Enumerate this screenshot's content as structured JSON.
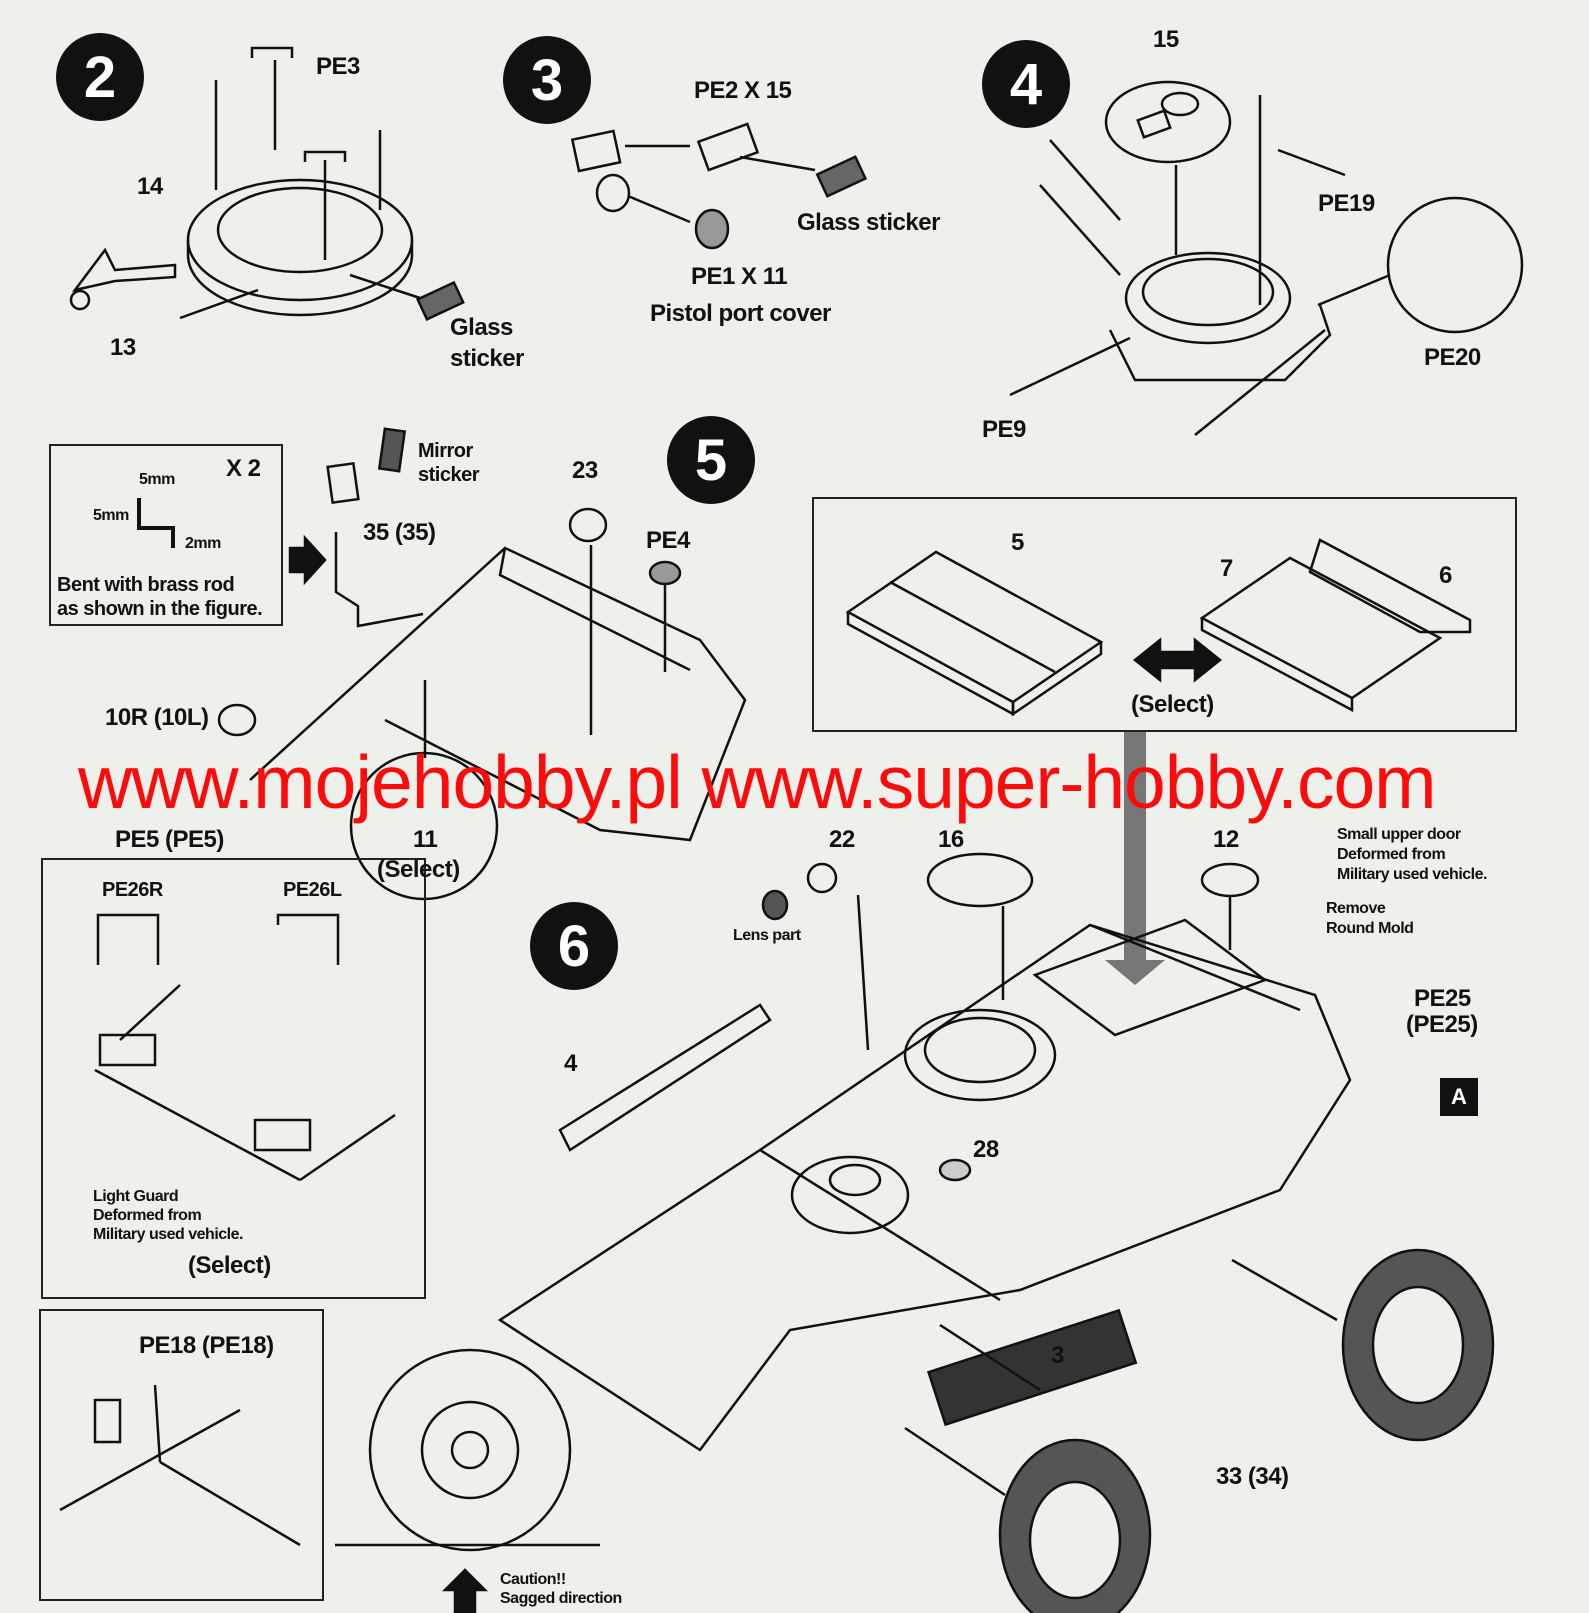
{
  "steps": [
    "2",
    "3",
    "4",
    "5",
    "6"
  ],
  "step2": {
    "pe3": "PE3",
    "part14": "14",
    "part13": "13",
    "glass1": "Glass",
    "glass2": "sticker"
  },
  "step3": {
    "pe2": "PE2  X 15",
    "glass": "Glass sticker",
    "pe1": "PE1  X 11",
    "pistol": "Pistol port cover"
  },
  "step4": {
    "part15": "15",
    "pe19": "PE19",
    "pe20": "PE20",
    "pe9": "PE9"
  },
  "step5": {
    "inset": {
      "x2": "X 2",
      "mm5a": "5mm",
      "mm5b": "5mm",
      "mm2": "2mm",
      "note1": "Bent with brass rod",
      "note2": "as shown in the figure."
    },
    "mirror1": "Mirror",
    "mirror2": "sticker",
    "part35": "35 (35)",
    "part23": "23",
    "pe4": "PE4",
    "part10": "10R (10L)",
    "pe5": "PE5 (PE5)",
    "part11": "11",
    "select11": "(Select)",
    "door": {
      "part5": "5",
      "part7": "7",
      "part6": "6",
      "select": "(Select)",
      "note1": "Small upper door",
      "note2": "Deformed from",
      "note3": "Military used vehicle."
    }
  },
  "step6": {
    "part22": "22",
    "part16": "16",
    "part12": "12",
    "lens": "Lens part",
    "remove1": "Remove",
    "remove2": "Round Mold",
    "pe25a": "PE25",
    "pe25b": "(PE25)",
    "marker": "A",
    "part4": "4",
    "part28": "28",
    "part3": "3",
    "part33": "33 (34)",
    "guard": {
      "pe26r": "PE26R",
      "pe26l": "PE26L",
      "note1": "Light Guard",
      "note2": "Deformed from",
      "note3": "Military used vehicle.",
      "select": "(Select)"
    },
    "pe18": "PE18 (PE18)",
    "caution1": "Caution!!",
    "caution2": "Sagged direction"
  },
  "watermark": "www.mojehobby.pl www.super-hobby.com",
  "colors": {
    "background": "#eef0ec",
    "ink": "#111111",
    "watermark": "#ff0a0a"
  }
}
